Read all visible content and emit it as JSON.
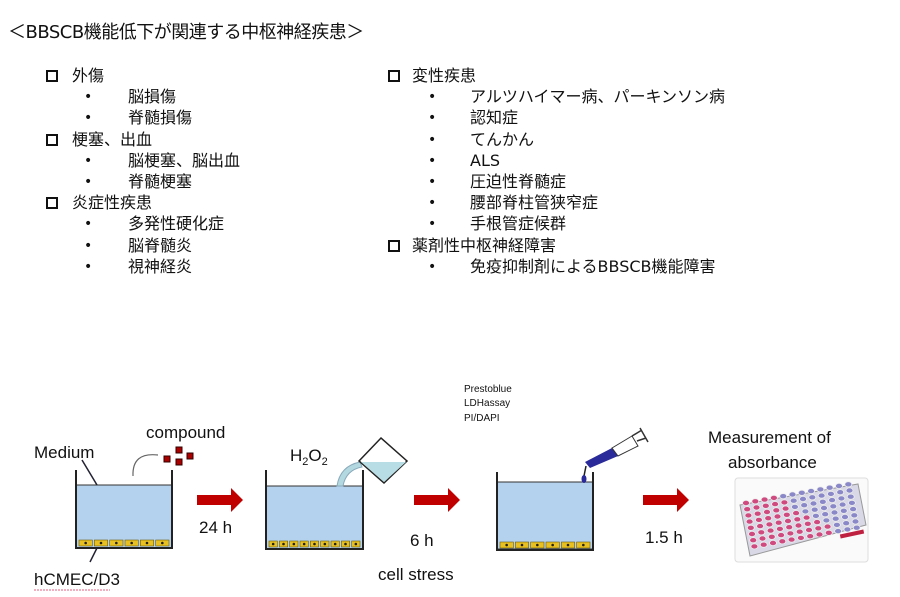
{
  "title": "＜BBSCB機能低下が関連する中枢神経疾患＞",
  "left_list": [
    {
      "type": "head",
      "label": "外傷"
    },
    {
      "type": "item",
      "label": "脳損傷"
    },
    {
      "type": "item",
      "label": "脊髄損傷"
    },
    {
      "type": "head",
      "label": "梗塞、出血"
    },
    {
      "type": "item",
      "label": "脳梗塞、脳出血"
    },
    {
      "type": "item",
      "label": "脊髄梗塞"
    },
    {
      "type": "head",
      "label": "炎症性疾患"
    },
    {
      "type": "item",
      "label": "多発性硬化症"
    },
    {
      "type": "item",
      "label": "脳脊髄炎"
    },
    {
      "type": "item",
      "label": "視神経炎"
    }
  ],
  "right_list": [
    {
      "type": "head",
      "label": "変性疾患"
    },
    {
      "type": "item",
      "label": "アルツハイマー病、パーキンソン病"
    },
    {
      "type": "item",
      "label": "認知症"
    },
    {
      "type": "item",
      "label": "てんかん"
    },
    {
      "type": "item",
      "label": "ALS"
    },
    {
      "type": "item",
      "label": "圧迫性脊髄症"
    },
    {
      "type": "item",
      "label": "腰部脊柱管狭窄症"
    },
    {
      "type": "item",
      "label": "手根管症候群"
    },
    {
      "type": "head",
      "label": "薬剤性中枢神経障害"
    },
    {
      "type": "item",
      "label": "免疫抑制剤によるBBSCB機能障害"
    }
  ],
  "bullet": "•",
  "diagram": {
    "medium": "Medium",
    "compound": "compound",
    "cells": "hCMEC/D3",
    "step1_time": "24 h",
    "h2o2_main": "H",
    "h2o2_sub1": "2",
    "h2o2_mid": "O",
    "h2o2_sub2": "2",
    "step2_time": "6 h",
    "step2_label": "cell stress",
    "assays": [
      "Prestoblue",
      "LDHassay",
      "PI/DAPI"
    ],
    "step3_time": "1.5 h",
    "measure_line1": "Measurement of",
    "measure_line2": "absorbance",
    "colors": {
      "arrow": "#c00000",
      "medium": "#b4d2ee",
      "cell": "#e8c020",
      "drop": "#2a2a9a"
    }
  }
}
